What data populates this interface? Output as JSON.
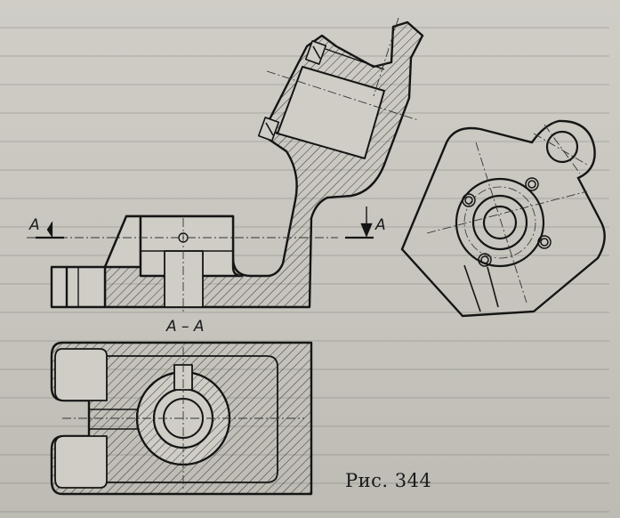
{
  "figure": {
    "caption": "Рис. 344",
    "section_title": "А – А",
    "cut_label_left": "А",
    "cut_label_right": "А"
  }
}
